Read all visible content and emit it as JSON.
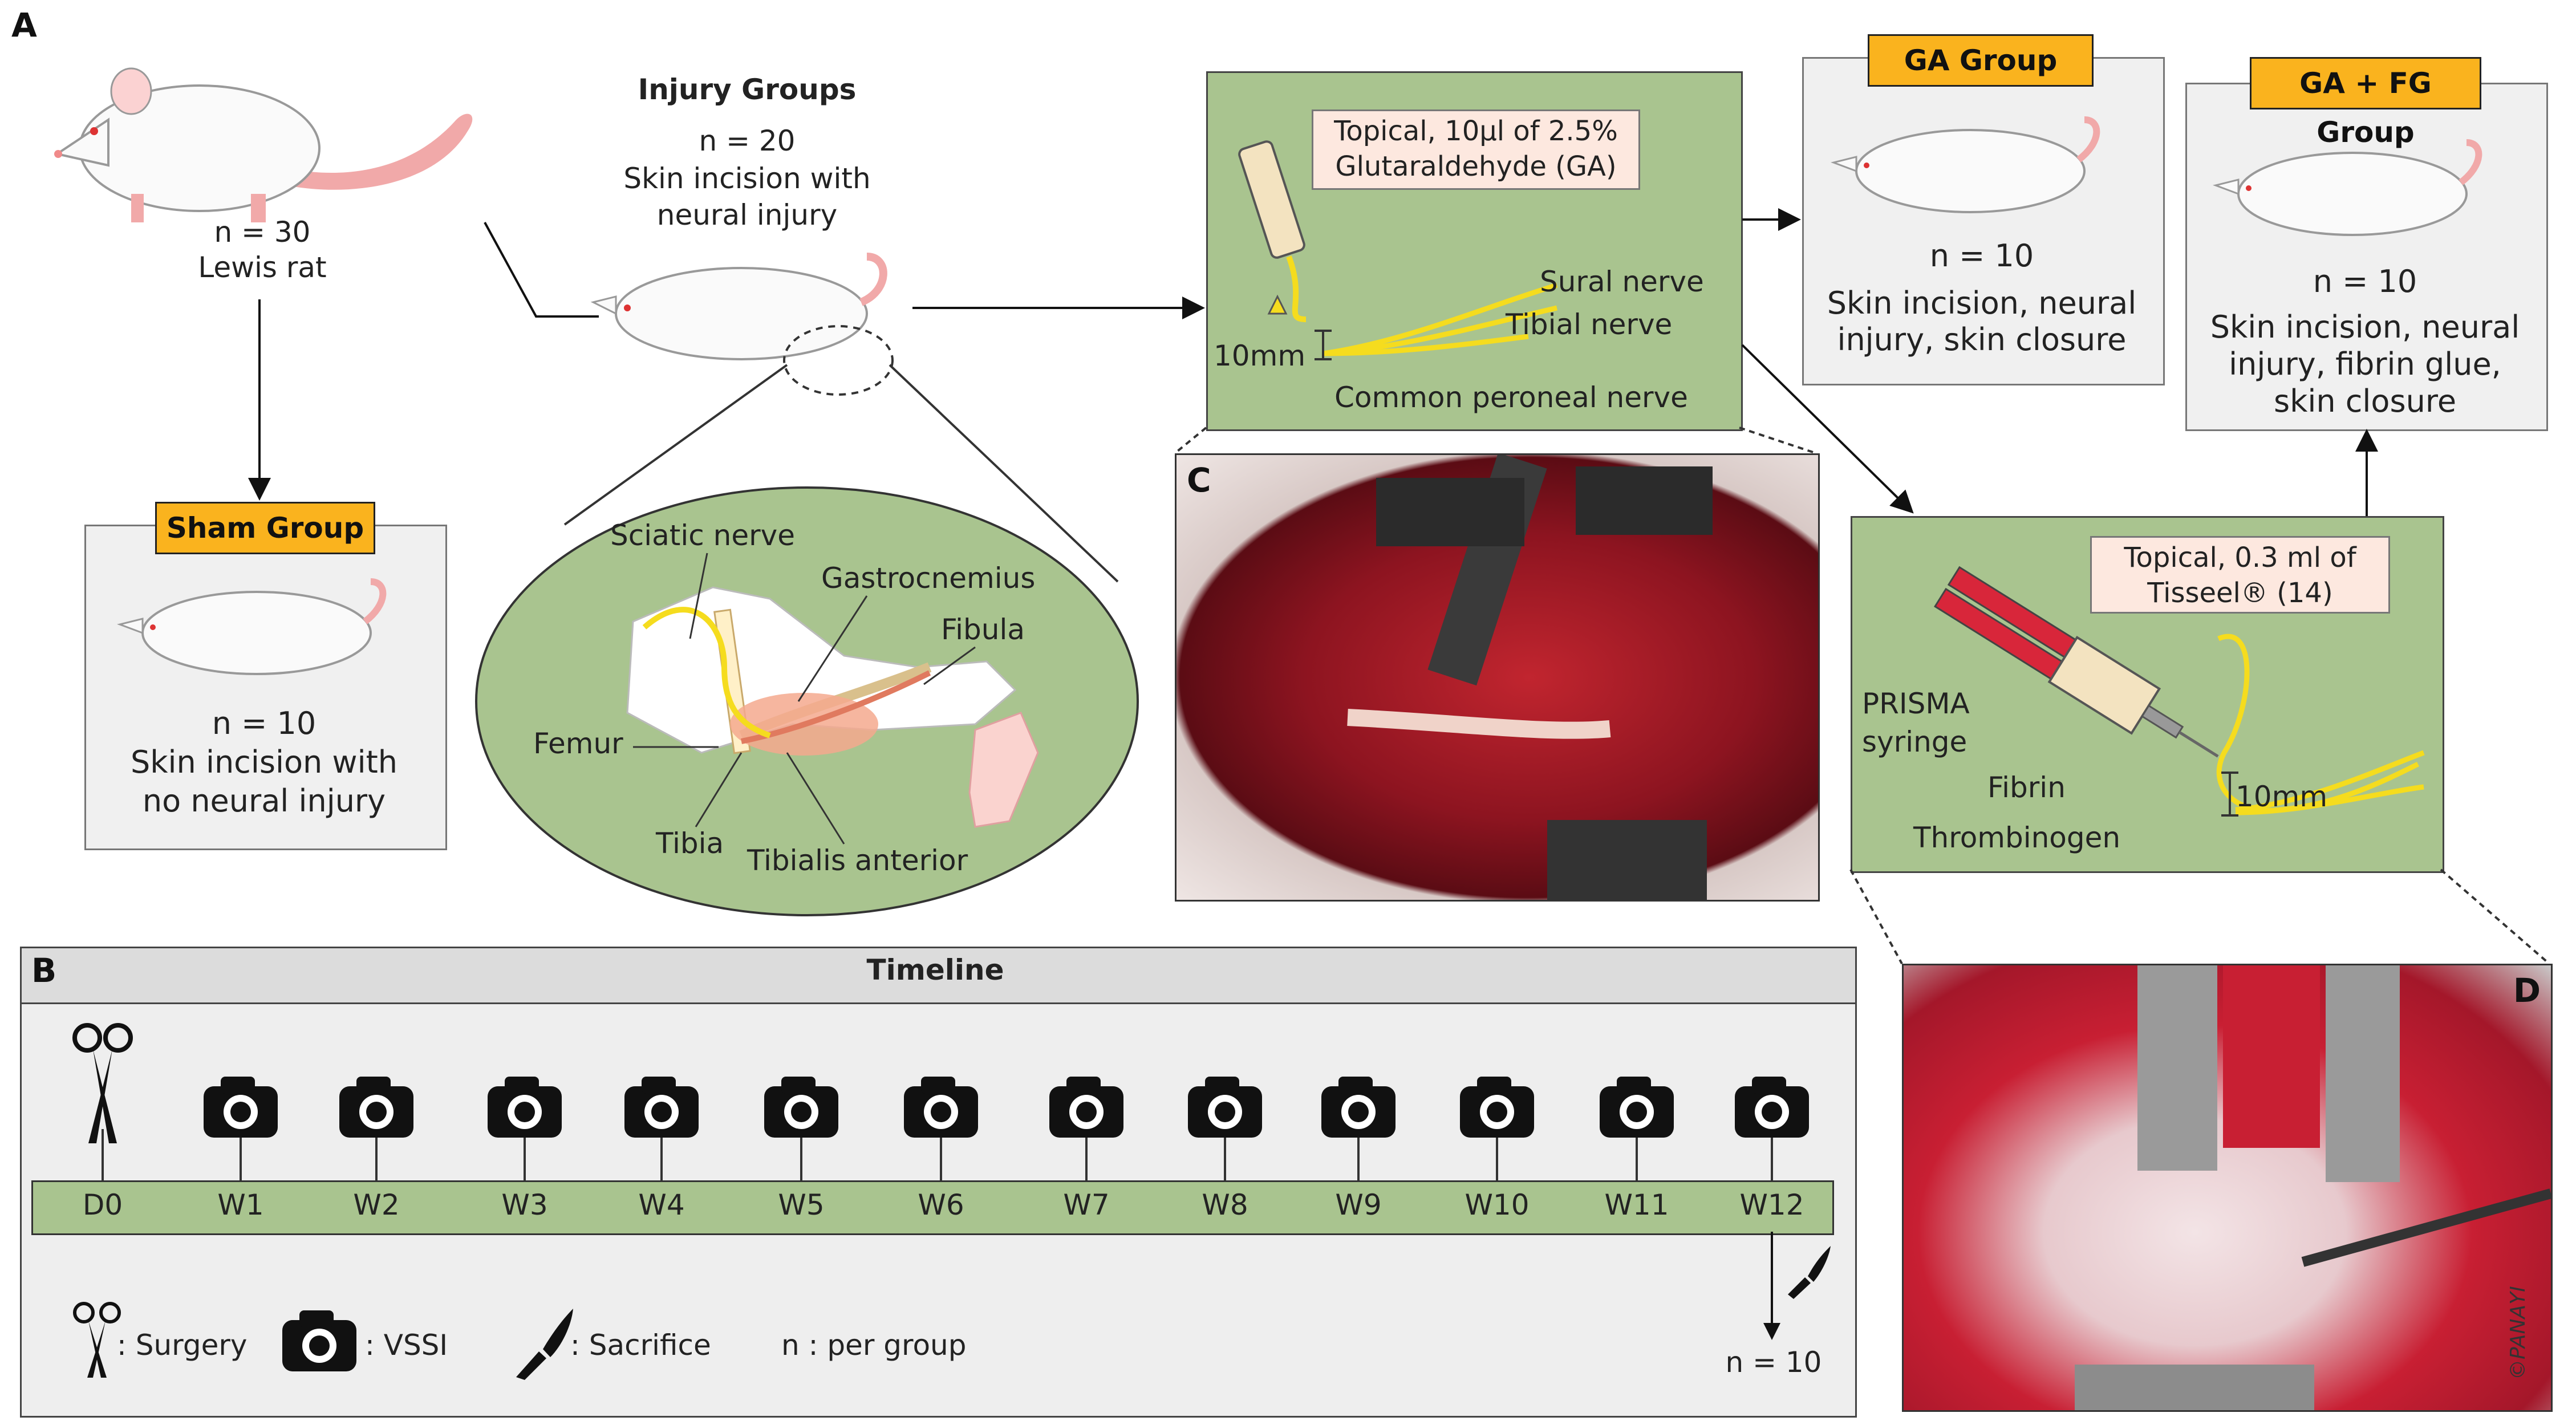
{
  "panels": {
    "a": "A",
    "b": "B",
    "c": "C",
    "d": "D"
  },
  "start": {
    "n": "n = 30",
    "label": "Lewis rat"
  },
  "injury": {
    "title": "Injury Groups",
    "n": "n = 20",
    "line1": "Skin incision with",
    "line2": "neural injury"
  },
  "anatomy": {
    "sciatic": "Sciatic nerve",
    "gastrocnemius": "Gastrocnemius",
    "fibula": "Fibula",
    "femur": "Femur",
    "tibia": "Tibia",
    "tibialis": "Tibialis anterior"
  },
  "sham": {
    "tag": "Sham Group",
    "n": "n = 10",
    "line1": "Skin incision with",
    "line2": "no neural injury"
  },
  "ga_procedure": {
    "callout_line1": "Topical, 10µl of 2.5%",
    "callout_line2": "Glutaraldehyde (GA)",
    "sural": "Sural nerve",
    "tibial": "Tibial nerve",
    "peroneal": "Common peroneal nerve",
    "scale": "10mm"
  },
  "ga_group": {
    "tag": "GA Group",
    "n": "n = 10",
    "line1": "Skin incision, neural",
    "line2": "injury, skin closure"
  },
  "gafg_group": {
    "tag": "GA + FG Group",
    "n": "n = 10",
    "line1": "Skin incision, neural",
    "line2": "injury, fibrin glue,",
    "line3": "skin closure"
  },
  "fg_procedure": {
    "callout_line1": "Topical, 0.3 ml of",
    "callout_line2": "Tisseel® (14)",
    "prisma1": "PRISMA",
    "prisma2": "syringe",
    "fibrin": "Fibrin",
    "thrombinogen": "Thrombinogen",
    "scale": "10mm"
  },
  "timeline": {
    "title": "Timeline",
    "points": [
      "D0",
      "W1",
      "W2",
      "W3",
      "W4",
      "W5",
      "W6",
      "W7",
      "W8",
      "W9",
      "W10",
      "W11",
      "W12"
    ],
    "end_n": "n = 10",
    "legend": {
      "surgery": ": Surgery",
      "vssi": ": VSSI",
      "sacrifice": ": Sacrifice",
      "n": "n : per group"
    }
  },
  "credit": "©PANAYI",
  "colors": {
    "green_box": "#a9c48f",
    "tag": "#fab31e",
    "callout": "#fde8df",
    "nerve": "#f5dc1e",
    "gray_box": "#f0f0f0"
  }
}
